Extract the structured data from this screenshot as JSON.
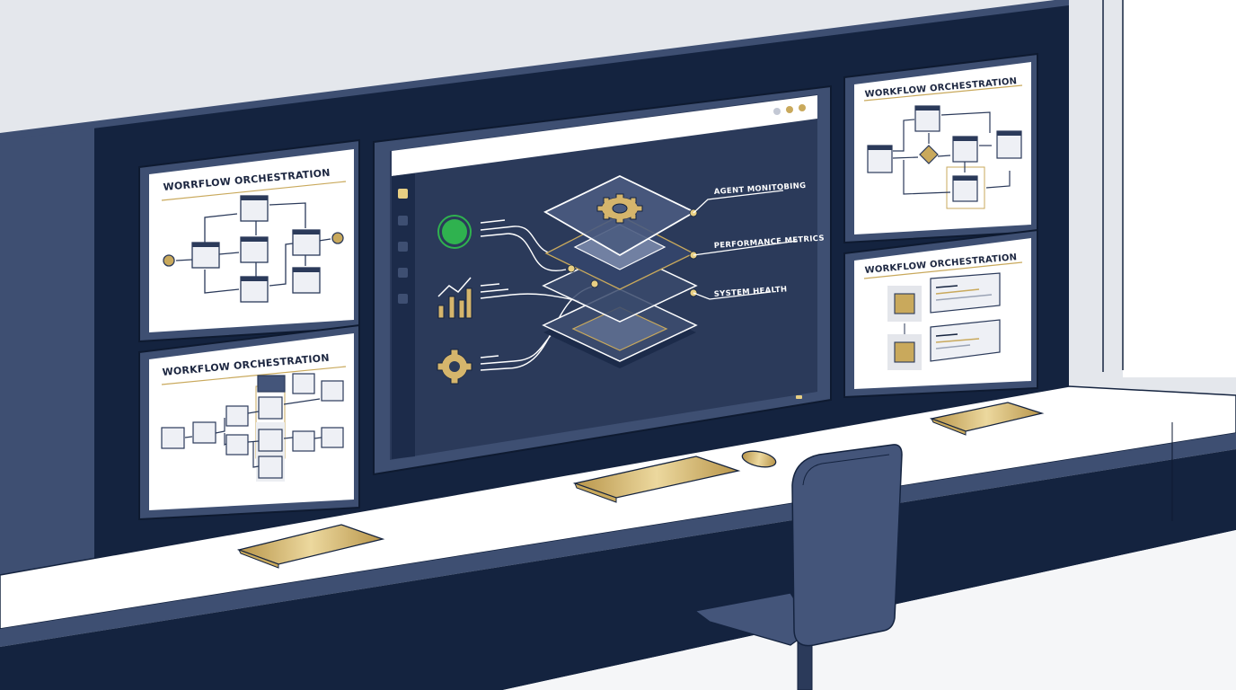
{
  "scene": {
    "description": "Isometric control-room workstation illustration",
    "colors": {
      "wall": "#e4e7ec",
      "navy_dark": "#14233f",
      "navy_mid": "#2b3a5a",
      "navy_light": "#44557a",
      "gold": "#c9a95c",
      "gold_light": "#e8d39a",
      "green": "#2fb24f",
      "white": "#ffffff"
    }
  },
  "panels": {
    "top_left": {
      "title": "WORRFLOW ORCHESTRATION"
    },
    "bottom_left": {
      "title": "WORKFLOW ORCHESTRATION"
    },
    "top_right": {
      "title": "WORKFLOW ORCHESTRATION"
    },
    "bottom_right": {
      "title": "WORKFLOW ORCHESTRATION"
    }
  },
  "main_monitor": {
    "window_dots": [
      "gray",
      "gold",
      "gold"
    ],
    "sidebar_items": 5,
    "left_icons": [
      "status-indicator",
      "bar-chart",
      "gear"
    ],
    "layer_labels": [
      {
        "label": "AGENT MONITOBING"
      },
      {
        "label": "PERFORMANCE METRICS"
      },
      {
        "label": "SYSTEM HEALTH"
      }
    ]
  },
  "desk": {
    "items": [
      "keyboard-left",
      "keyboard-center",
      "mouse",
      "keyboard-right",
      "chair"
    ]
  }
}
